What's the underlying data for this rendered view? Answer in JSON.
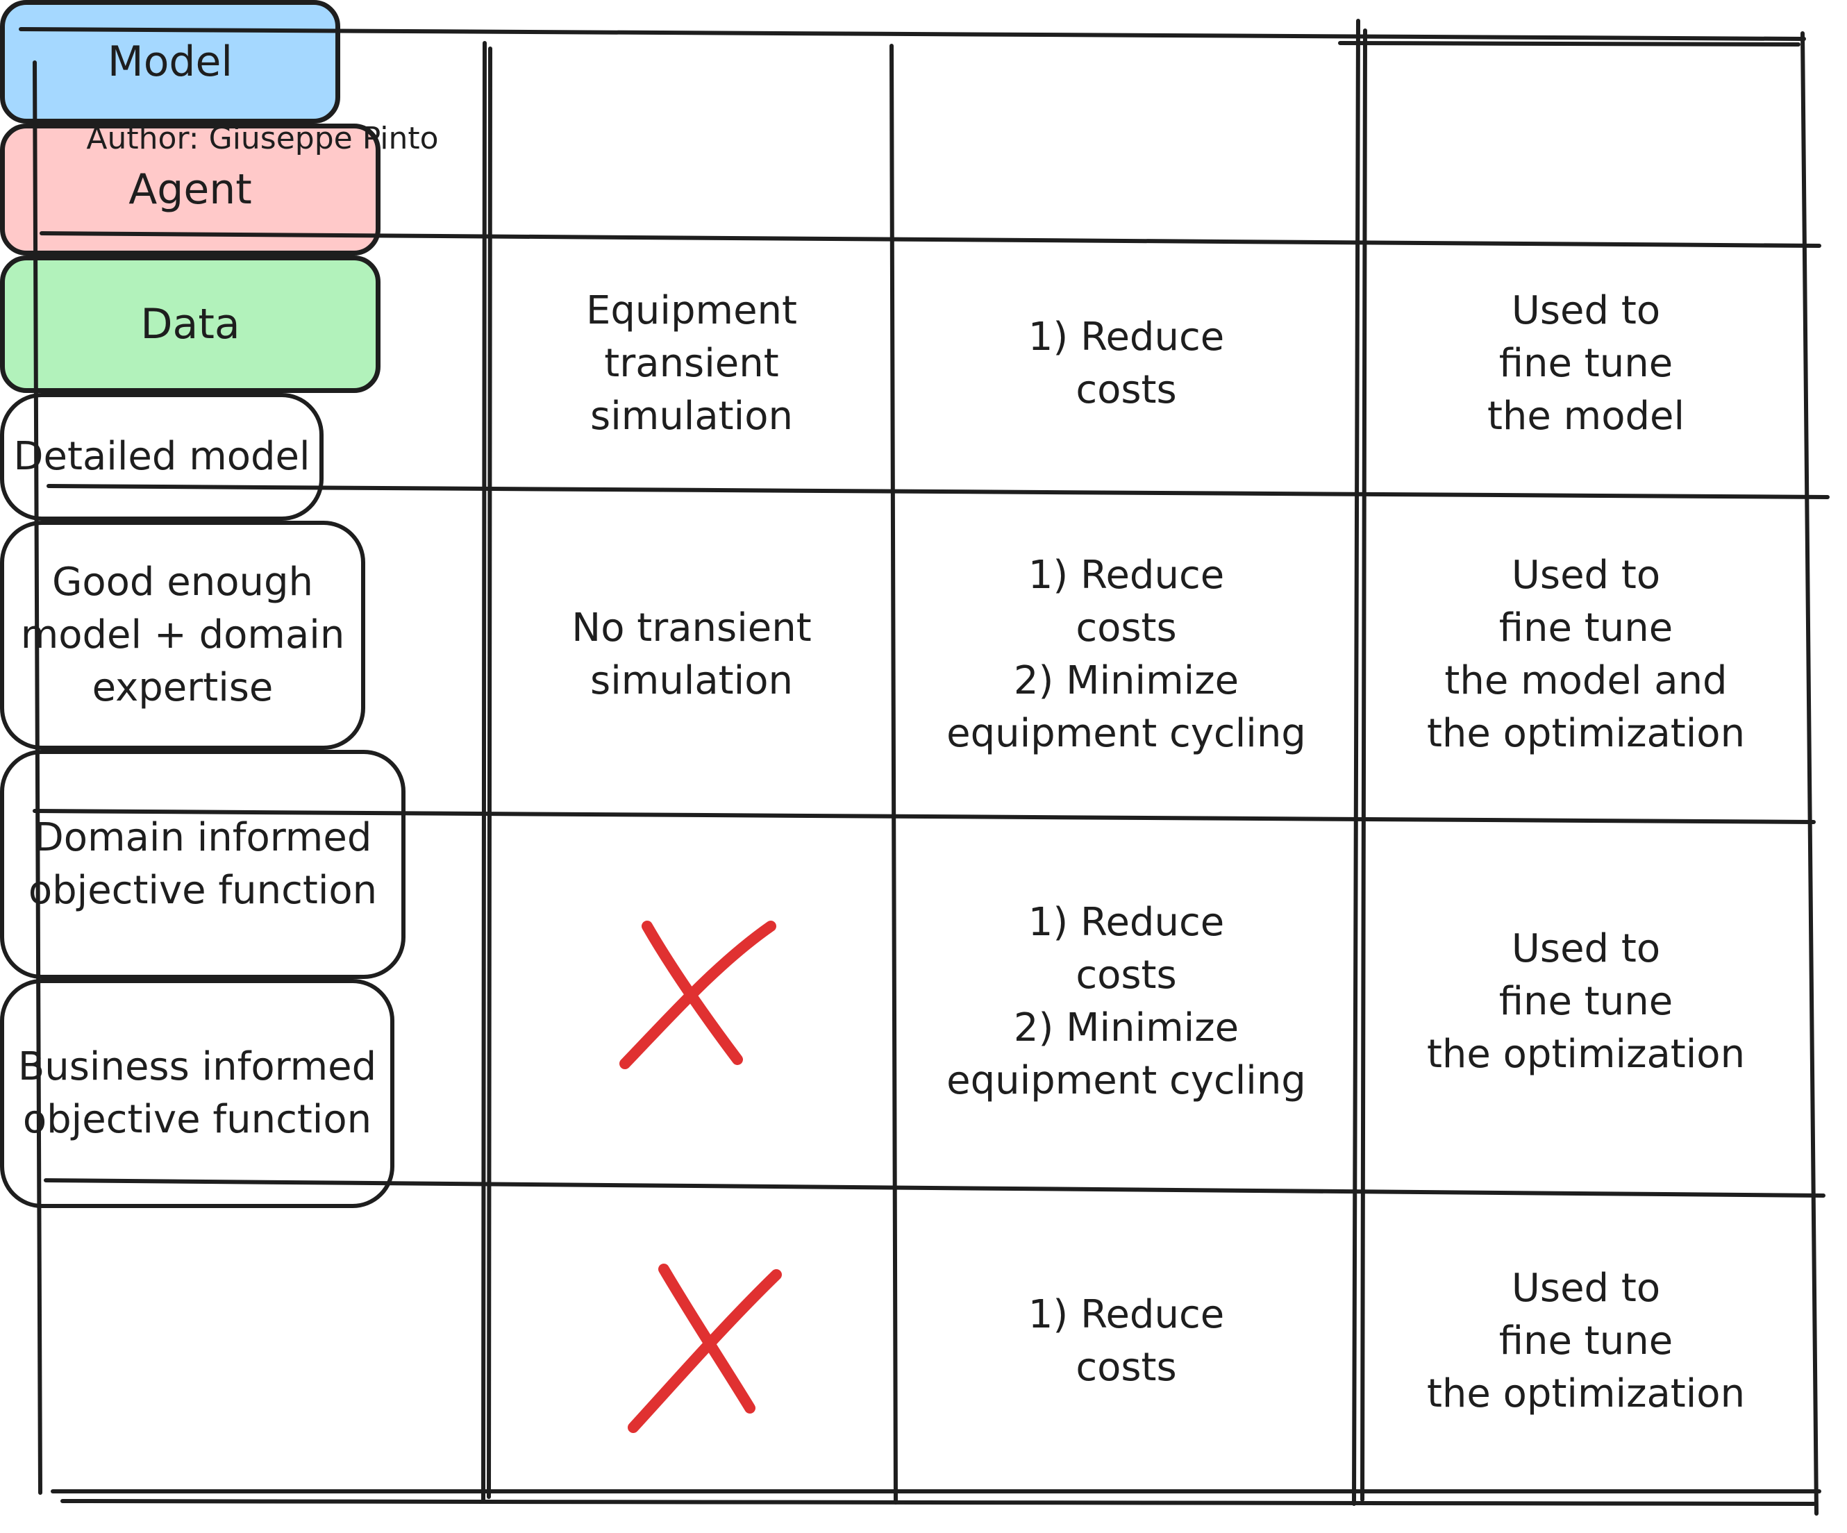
{
  "author": "Author: Giuseppe Pinto",
  "colors": {
    "model": "#a5d8ff",
    "agent": "#ffc9c9",
    "data": "#b2f2bb",
    "stroke": "#1e1e1e",
    "cross": "#e03131"
  },
  "columns": [
    {
      "key": "model",
      "label": "Model"
    },
    {
      "key": "agent",
      "label": "Agent"
    },
    {
      "key": "data",
      "label": "Data"
    }
  ],
  "rows": [
    {
      "label": "Detailed model",
      "model": "Equipment\ntransient\nsimulation",
      "agent": "1) Reduce\ncosts",
      "data": "Used to\nfine tune\nthe model"
    },
    {
      "label": "Good enough\nmodel + domain\nexpertise",
      "model": "No transient\nsimulation",
      "agent": "1) Reduce\ncosts\n2) Minimize\nequipment cycling",
      "data": "Used to\nfine tune\nthe model and\nthe optimization"
    },
    {
      "label": "Domain informed\nobjective function",
      "model_icon": "red-cross-icon",
      "agent": "1) Reduce\ncosts\n2) Minimize\nequipment cycling",
      "data": "Used to\nfine tune\nthe optimization"
    },
    {
      "label": "Business informed\nobjective function",
      "model_icon": "red-cross-icon",
      "agent": "1) Reduce\ncosts",
      "data": "Used to\nfine tune\nthe optimization"
    }
  ]
}
